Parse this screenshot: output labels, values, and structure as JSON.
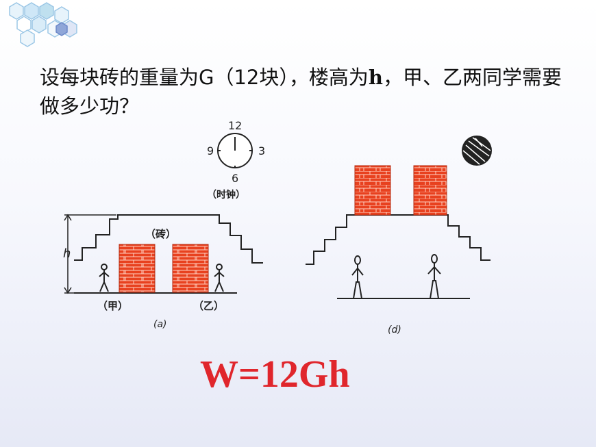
{
  "slide": {
    "question_part1": "设每块砖的重量为G（12块），楼高为",
    "question_h": "h",
    "question_part2": "，甲、乙两同学需要做多少功？",
    "formula": "W=12Gh"
  },
  "figure_a": {
    "height_mark": "h",
    "bricks_label": "（砖）",
    "person_left": "（甲）",
    "person_right": "（乙）",
    "caption": "(a)"
  },
  "clock": {
    "n12": "12",
    "n3": "3",
    "n6": "6",
    "n9": "9",
    "label": "（时钟）"
  },
  "figure_b": {
    "caption": "(d)"
  },
  "colors": {
    "brick": "#e8411f",
    "formula": "#e0262c",
    "hex_fill": "#cfe8f5",
    "hex_stroke": "#8fb9de"
  }
}
